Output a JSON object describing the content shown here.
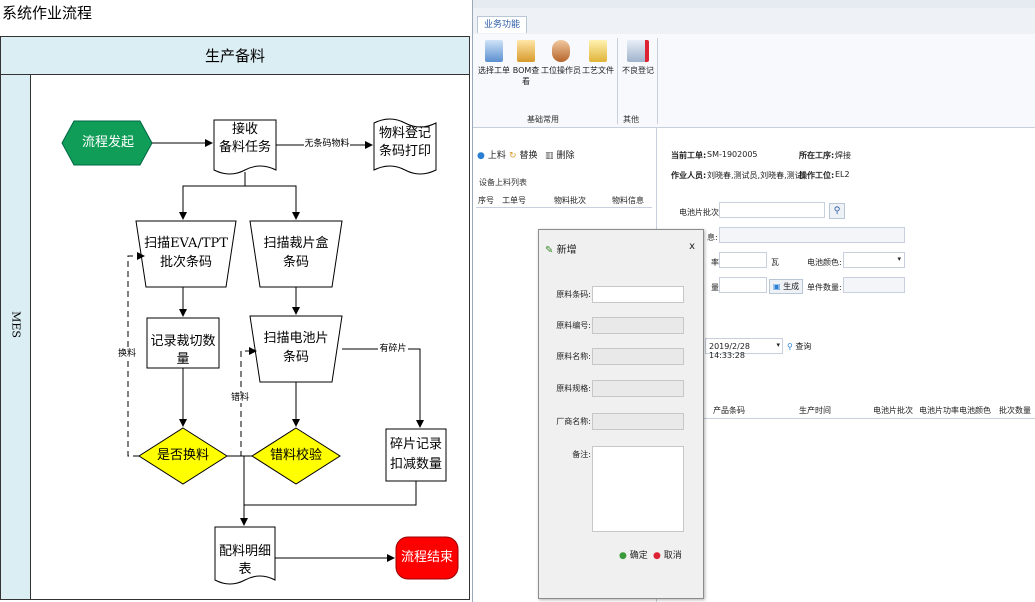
{
  "flowchart": {
    "system_title": "系统作业流程",
    "lane_title": "生产备料",
    "side_label": "MES",
    "nodes": {
      "start": "流程发起",
      "receive_task": [
        "接收",
        "备料任务"
      ],
      "material_register": [
        "物料登记",
        "条码打印"
      ],
      "scan_eva": [
        "扫描EVA/TPT",
        "批次条码"
      ],
      "scan_box": [
        "扫描裁片盒",
        "条码"
      ],
      "record_cut": "记录裁切数量",
      "scan_cell": [
        "扫描电池片",
        "条码"
      ],
      "change_decision": "是否换料",
      "error_check": "错料校验",
      "fragment_record": [
        "碎片记录",
        "扣减数量"
      ],
      "detail_table": "配料明细表",
      "end": "流程结束"
    },
    "edge_labels": {
      "no_barcode": "无条码物料",
      "change": "换料",
      "wrong": "错料",
      "fragment": "有碎片"
    }
  },
  "app": {
    "tab": "业务功能",
    "ribbon": {
      "buttons": [
        "选择工单",
        "BOM查看",
        "工位操作员",
        "工艺文件",
        "不良登记"
      ],
      "groups": [
        "基础常用",
        "其他"
      ]
    },
    "left": {
      "buttons": [
        "上料",
        "替换",
        "删除"
      ],
      "section_title": "设备上料列表",
      "columns": [
        "序号",
        "工单号",
        "物料批次",
        "物料信息"
      ]
    },
    "info": {
      "work_order_label": "当前工单:",
      "work_order_value": "SM-1902005",
      "process_label": "所在工序:",
      "process_value": "焊接",
      "operator_label": "作业人员:",
      "operator_value": "刘晓春,测试员,刘晓春,测试",
      "station_label": "操作工位:",
      "station_value": "EL2",
      "cell_batch_label": "电池片批次:",
      "info_label_tail": "息:",
      "rate_label_tail": "率:",
      "watt_unit": "瓦",
      "color_label": "电池颜色:",
      "qty_label_tail": "量:",
      "generate_btn": "生成",
      "unit_qty_label": "单件数量:",
      "datetime": "2019/2/28 14:33:28",
      "query_btn": "查询"
    },
    "grid_columns": [
      "产品条码",
      "生产时间",
      "电池片批次",
      "电池片功率",
      "电池颜色",
      "批次数量"
    ],
    "dialog": {
      "title": "新增",
      "close": "x",
      "fields": [
        "原料条码:",
        "原料编号:",
        "原料名称:",
        "原料规格:",
        "厂商名称:",
        "备注:"
      ],
      "ok": "确定",
      "cancel": "取消"
    }
  }
}
